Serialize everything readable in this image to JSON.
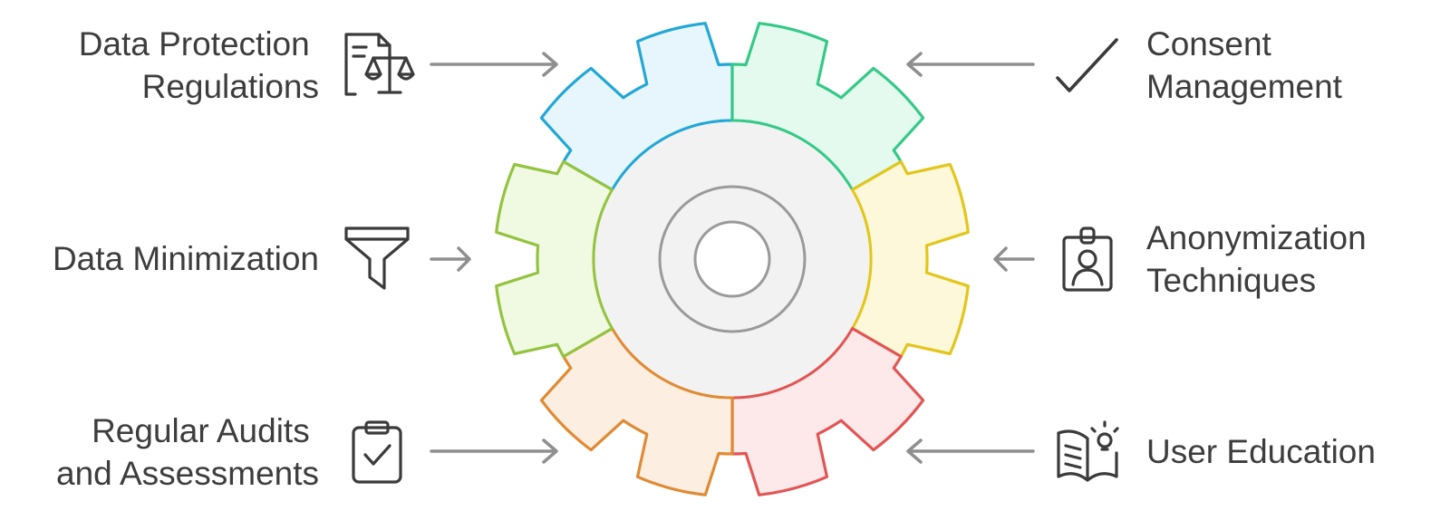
{
  "diagram": {
    "labels": {
      "data_protection": [
        "Data Protection",
        "Regulations"
      ],
      "data_minimization": [
        "Data Minimization"
      ],
      "regular_audits": [
        "Regular Audits",
        "and Assessments"
      ],
      "consent_management": [
        "Consent",
        "Management"
      ],
      "anonymization": [
        "Anonymization",
        "Techniques"
      ],
      "user_education": [
        "User Education"
      ]
    },
    "segment_colors": {
      "data_protection": {
        "stroke": "#22a7d6",
        "fill": "#e6f6fc"
      },
      "consent_management": {
        "stroke": "#34c987",
        "fill": "#e4faef"
      },
      "anonymization": {
        "stroke": "#e2c61c",
        "fill": "#fdf8da"
      },
      "user_education": {
        "stroke": "#e25555",
        "fill": "#fde9e9"
      },
      "regular_audits": {
        "stroke": "#e08a33",
        "fill": "#fdeee2"
      },
      "data_minimization": {
        "stroke": "#93c33f",
        "fill": "#f0f9e2"
      }
    },
    "hub_color": "#f2f2f2",
    "ring_color": "#9a9a9a",
    "icons": {
      "data_protection": "document-scale-icon",
      "data_minimization": "funnel-icon",
      "regular_audits": "clipboard-check-icon",
      "consent_management": "checkmark-icon",
      "anonymization": "id-badge-icon",
      "user_education": "book-lightbulb-icon"
    }
  }
}
